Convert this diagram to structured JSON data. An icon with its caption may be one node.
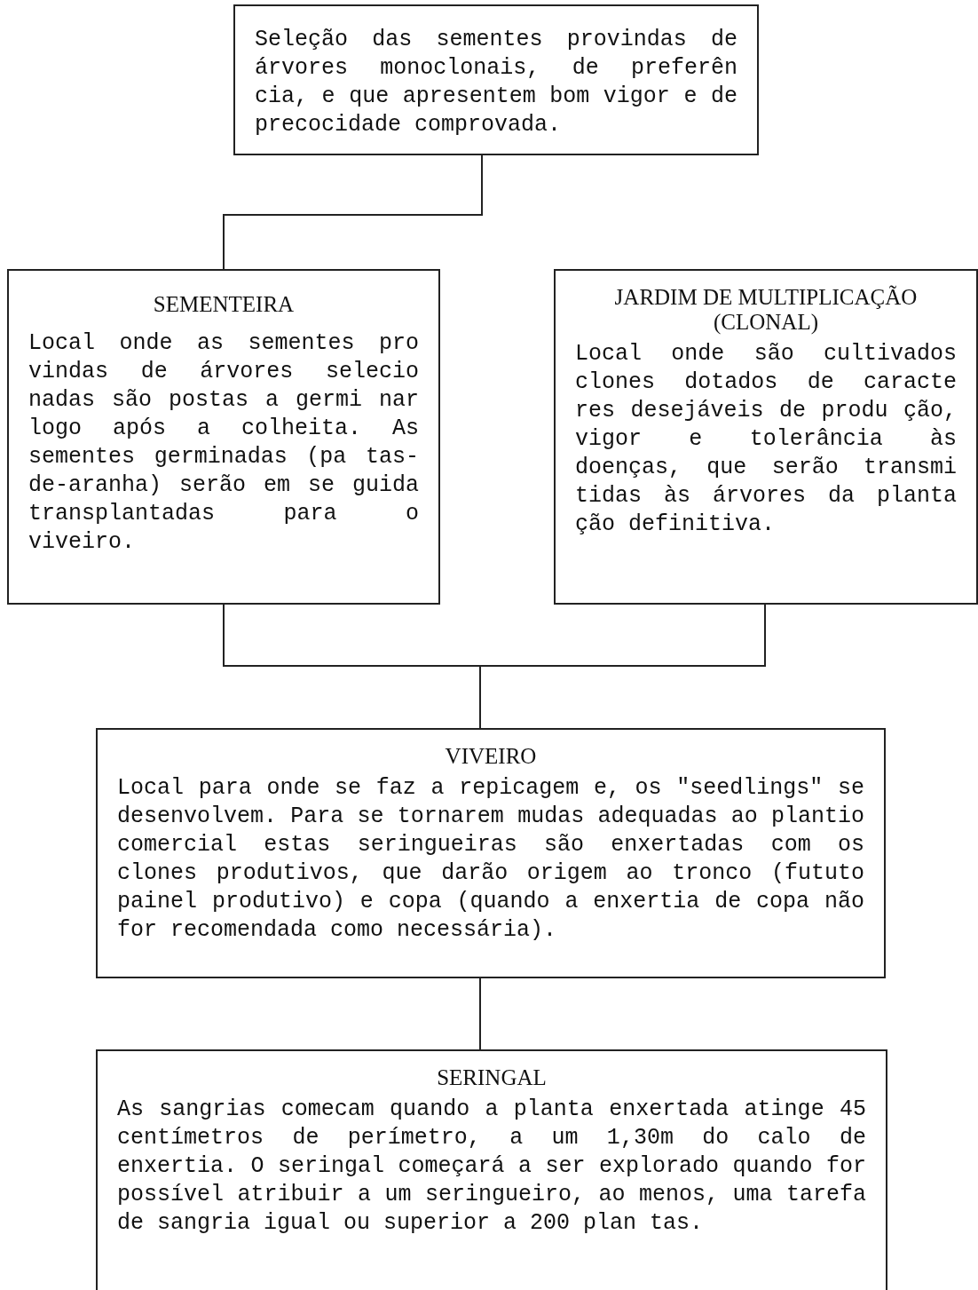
{
  "diagram": {
    "nodes": [
      {
        "text": [
          "Seleção das sementes provindas de árvores monoclonais, de preferên cia, e que apresentem bom vigor e de precocidade comprovada."
        ]
      },
      {
        "text": [
          "SEMENTEIRA",
          "Local onde as sementes pro vindas de árvores selecio nadas são postas a germi nar logo após a colheita. As sementes germinadas (pa tas-de-aranha) serão em se guida transplantadas para o viveiro."
        ]
      },
      {
        "text": [
          "JARDIM DE MULTIPLICAÇÃO (CLONAL)",
          "Local onde são cultivados clones dotados de caracte res desejáveis de produ ção, vigor e tolerância às doenças, que serão transmi tidas às árvores da planta ção definitiva."
        ]
      },
      {
        "text": [
          "VIVEIRO",
          "Local para onde se faz a repicagem e, os \"seedlings\" se desenvolvem. Para se tornarem mudas adequadas ao plantio comercial estas seringueiras são enxertadas com os clones produtivos, que darão origem ao tronco (fututo painel produtivo) e copa (quando a enxertia de copa não for recomendada como necessária)."
        ]
      },
      {
        "text": [
          "SERINGAL",
          "As sangrias comecam quando a planta enxertada atinge 45 centímetros de perímetro, a um 1,30m do calo de enxertia. O seringal começará a ser explorado quando for possível atribuir a um seringueiro, ao menos, uma tarefa de sangria igual ou superior a 200 plan tas."
        ]
      }
    ],
    "edges": [
      {
        "from": 0,
        "to": 1,
        "arrow": "none"
      },
      {
        "from": 1,
        "to": 3,
        "arrow": "none"
      },
      {
        "from": 2,
        "to": 3,
        "arrow": "none"
      },
      {
        "from": 3,
        "to": 4,
        "arrow": "none"
      }
    ]
  }
}
